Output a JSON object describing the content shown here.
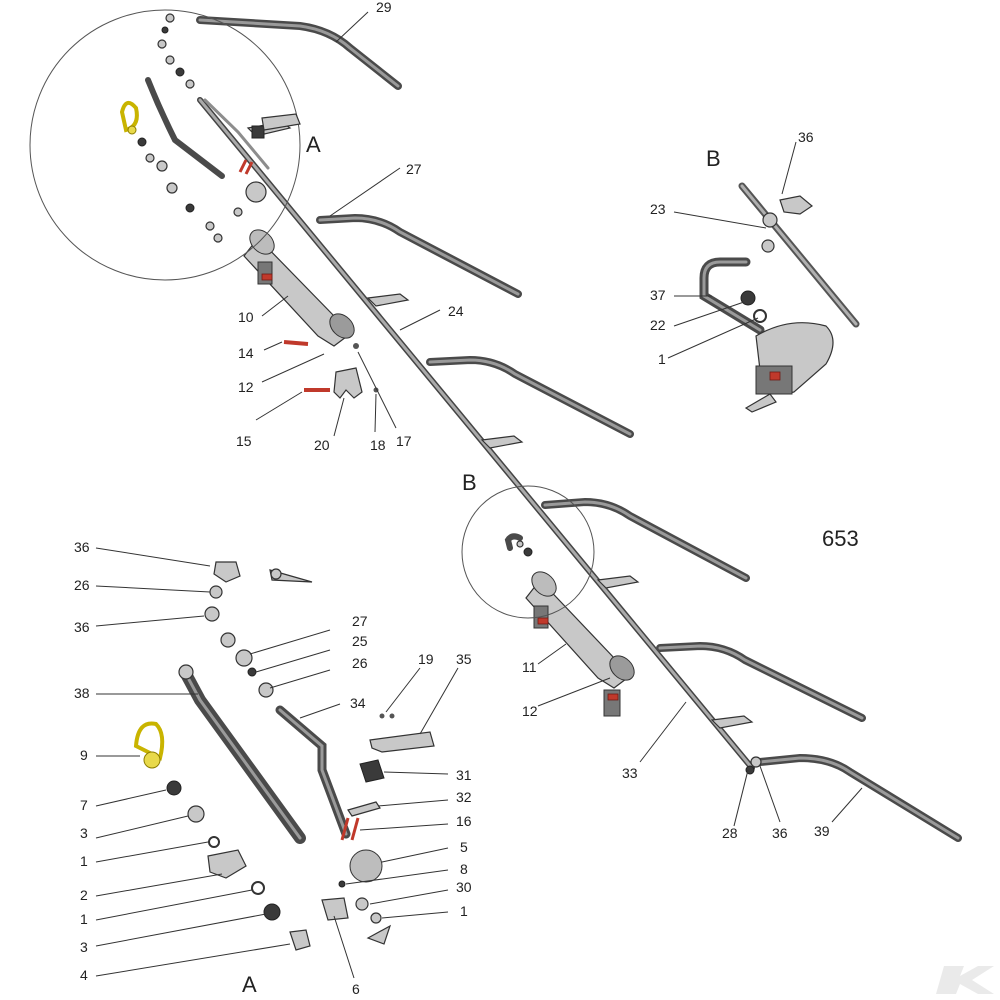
{
  "diagram_number": "653",
  "detail_labels": {
    "a_callout": "A",
    "b_callout": "B",
    "a_detail_title": "A",
    "b_detail_title": "B"
  },
  "part_labels": {
    "p29": "29",
    "p27_main": "27",
    "p24": "24",
    "p10": "10",
    "p14": "14",
    "p12_top": "12",
    "p15": "15",
    "p20": "20",
    "p18": "18",
    "p17": "17",
    "p11": "11",
    "p12_mid": "12",
    "p33": "33",
    "p28": "28",
    "p36_br": "36",
    "p39": "39",
    "b36": "36",
    "b23": "23",
    "b37": "37",
    "b22": "22",
    "b1": "1",
    "a36_top": "36",
    "a26_top": "26",
    "a36_mid": "36",
    "a38": "38",
    "a9": "9",
    "a7": "7",
    "a3_top": "3",
    "a1_top": "1",
    "a2": "2",
    "a1_mid": "1",
    "a3_bot": "3",
    "a4": "4",
    "a27": "27",
    "a25": "25",
    "a26_mid": "26",
    "a34": "34",
    "a19": "19",
    "a35": "35",
    "a31": "31",
    "a32": "32",
    "a16": "16",
    "a5": "5",
    "a8": "8",
    "a30": "30",
    "a1_right": "1",
    "a6": "6"
  },
  "colors": {
    "pipe": "#4a4a4a",
    "part": "#c8c8c8",
    "accent_red": "#c0392b",
    "accent_yellow": "#e8d94a"
  }
}
